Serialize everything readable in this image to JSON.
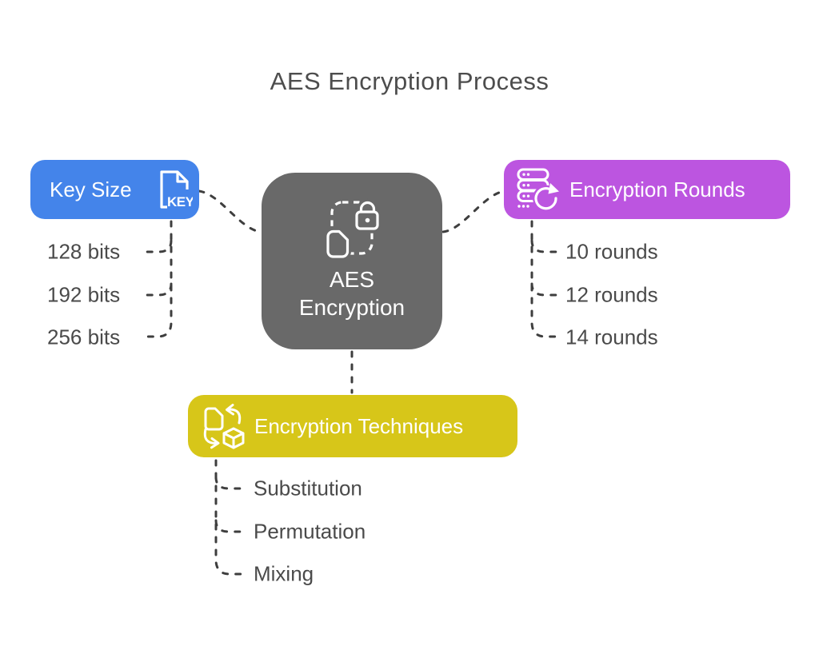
{
  "title": "AES Encryption Process",
  "center": {
    "label_line1": "AES",
    "label_line2": "Encryption",
    "icon": "encrypted-document-lock-icon",
    "color": "#696969"
  },
  "branches": [
    {
      "id": "key-size",
      "label": "Key Size",
      "icon": "key-file-icon",
      "color": "#4484ea",
      "items": [
        "128 bits",
        "192 bits",
        "256 bits"
      ]
    },
    {
      "id": "encryption-rounds",
      "label": "Encryption Rounds",
      "icon": "server-refresh-icon",
      "color": "#bc55e0",
      "items": [
        "10 rounds",
        "12 rounds",
        "14 rounds"
      ]
    },
    {
      "id": "encryption-techniques",
      "label": "Encryption Techniques",
      "icon": "file-to-cube-icon",
      "color": "#d7c619",
      "items": [
        "Substitution",
        "Permutation",
        "Mixing"
      ]
    }
  ],
  "colors": {
    "background": "#ffffff",
    "connector": "#3e3e3e",
    "title_text": "#4d4d4d",
    "leaf_text": "#4a4a4a",
    "node_text": "#ffffff"
  }
}
